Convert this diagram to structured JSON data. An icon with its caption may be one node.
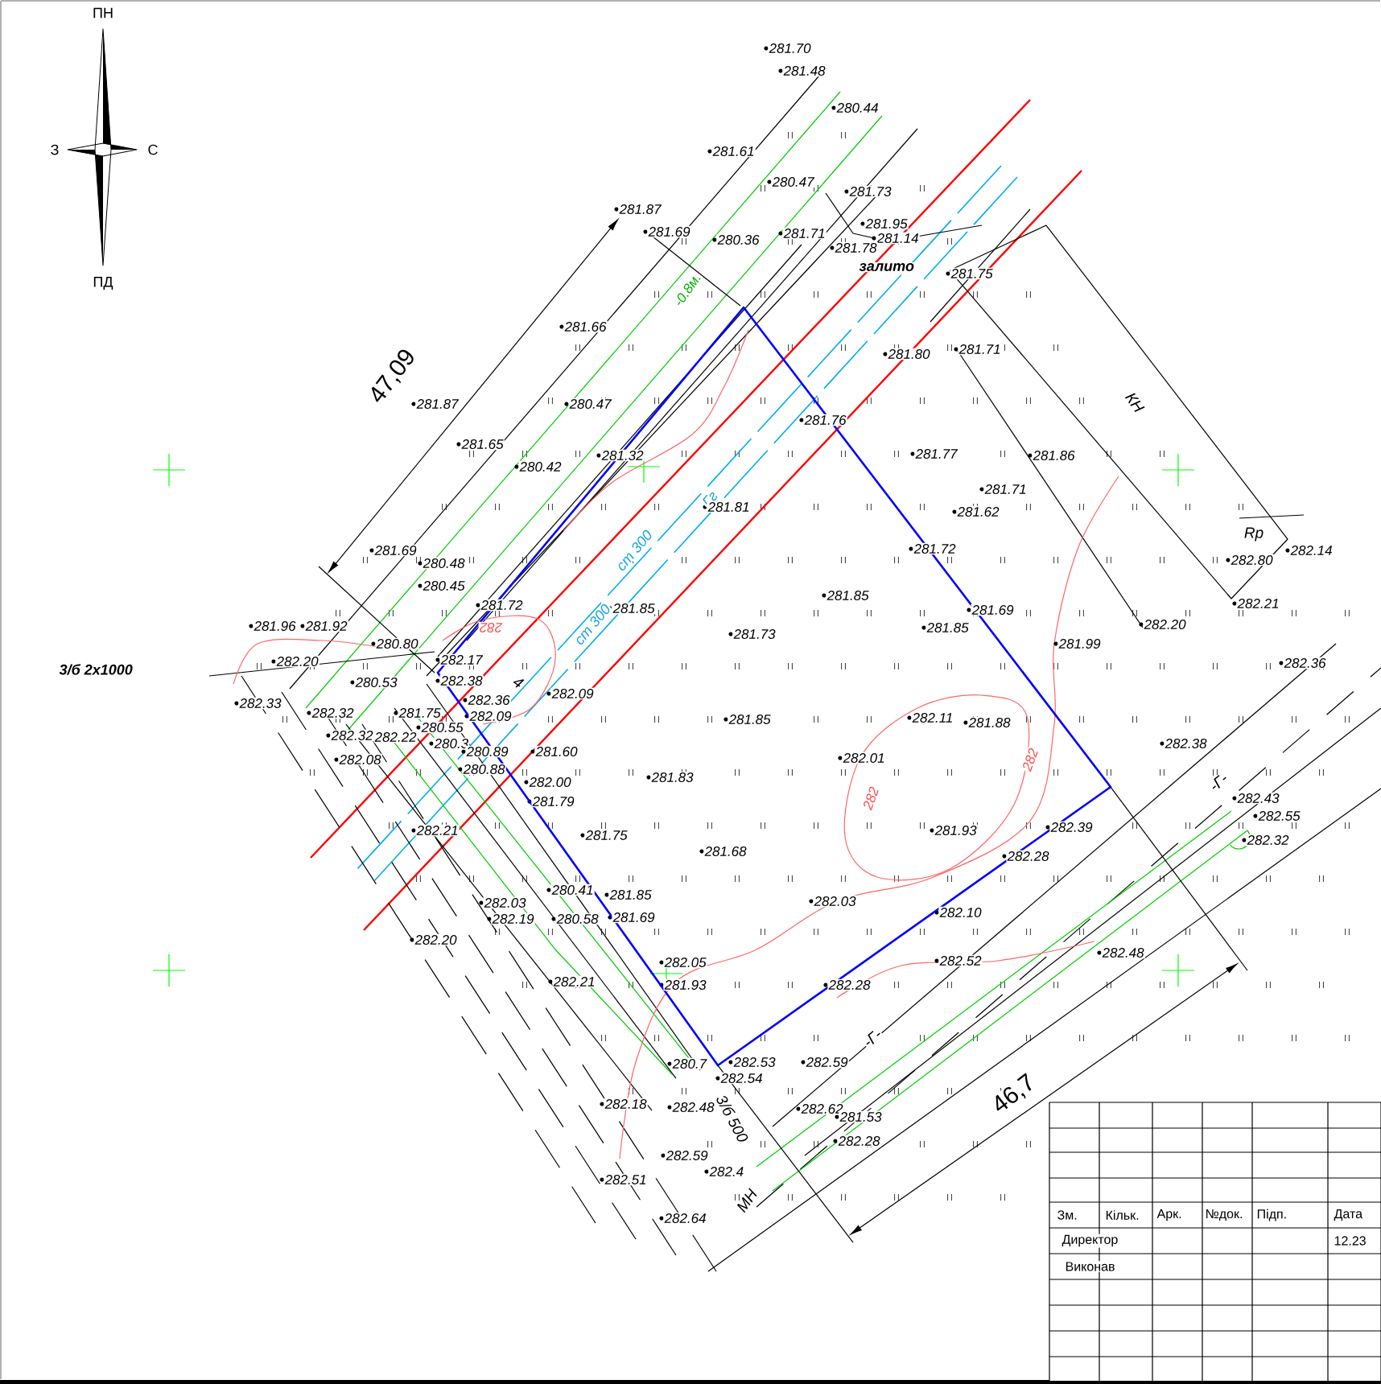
{
  "diagram": {
    "labels": [
      "ПН",
      "З",
      "С",
      "ПД",
      "281.70",
      "281.48",
      "280.44",
      "281.61",
      "280.47",
      "281.73",
      "281.87",
      "281.95",
      "281.69",
      "281.71",
      "281.14",
      "280.36",
      "281.78",
      "залито",
      "281.75",
      "-0.8м.",
      "281.66",
      "281.71",
      "281.80",
      "47,09",
      "КН",
      "281.87",
      "280.47",
      "281.76",
      "281.65",
      "281.32",
      "281.77",
      "281.86",
      "280.42",
      "Гг",
      "281.71",
      "281.81",
      "281.62",
      "Rp",
      "ст 300",
      "281.69",
      "281.72",
      "282.14",
      "282.80",
      "280.48",
      "280.45",
      "282.21",
      "281.72",
      "281.85",
      "281.85",
      "281.69",
      "ст 300",
      "282",
      "281.96",
      "281.92",
      "282.20",
      "281.85",
      "281.73",
      "280.80",
      "281.99",
      "282.20",
      "282.36",
      "3/б 2х1000",
      "282.17",
      "4",
      "282.38",
      "280.53",
      "282.09",
      "282.36",
      "282.33",
      "281.75",
      "282.32",
      "282.09",
      "282.11",
      "281.85",
      "281.88",
      "280.55",
      "282.32",
      "282.22",
      "282.38",
      "280.3",
      "280.89",
      "282.01",
      "282",
      "281.60",
      "282.08",
      "280.88",
      "281.83",
      "-Г-",
      "282.00",
      "282",
      "282.43",
      "281.79",
      "282.55",
      "282.39",
      "281.93",
      "282.21",
      "281.75",
      "282.32",
      "281.68",
      "282.28",
      "280.41",
      "281.85",
      "282.03",
      "282.03",
      "282.10",
      "282.19",
      "280.58",
      "281.69",
      "282.20",
      "282.48",
      "282.52",
      "282.05",
      "282.21",
      "281.93",
      "282.28",
      "-Г-",
      "280.7",
      "282.53",
      "282.59",
      "282.54",
      "46,7",
      "282.18",
      "282.48",
      "282.62",
      "3/б 500",
      "281.53",
      "282.28",
      "282.59",
      "282.4",
      "282.51",
      "МН",
      "282.64",
      "Зм.",
      "Кільк.",
      "Арк.",
      "№док.",
      "Підп.",
      "Дата",
      "Директор",
      "12.23",
      "Виконав"
    ]
  }
}
